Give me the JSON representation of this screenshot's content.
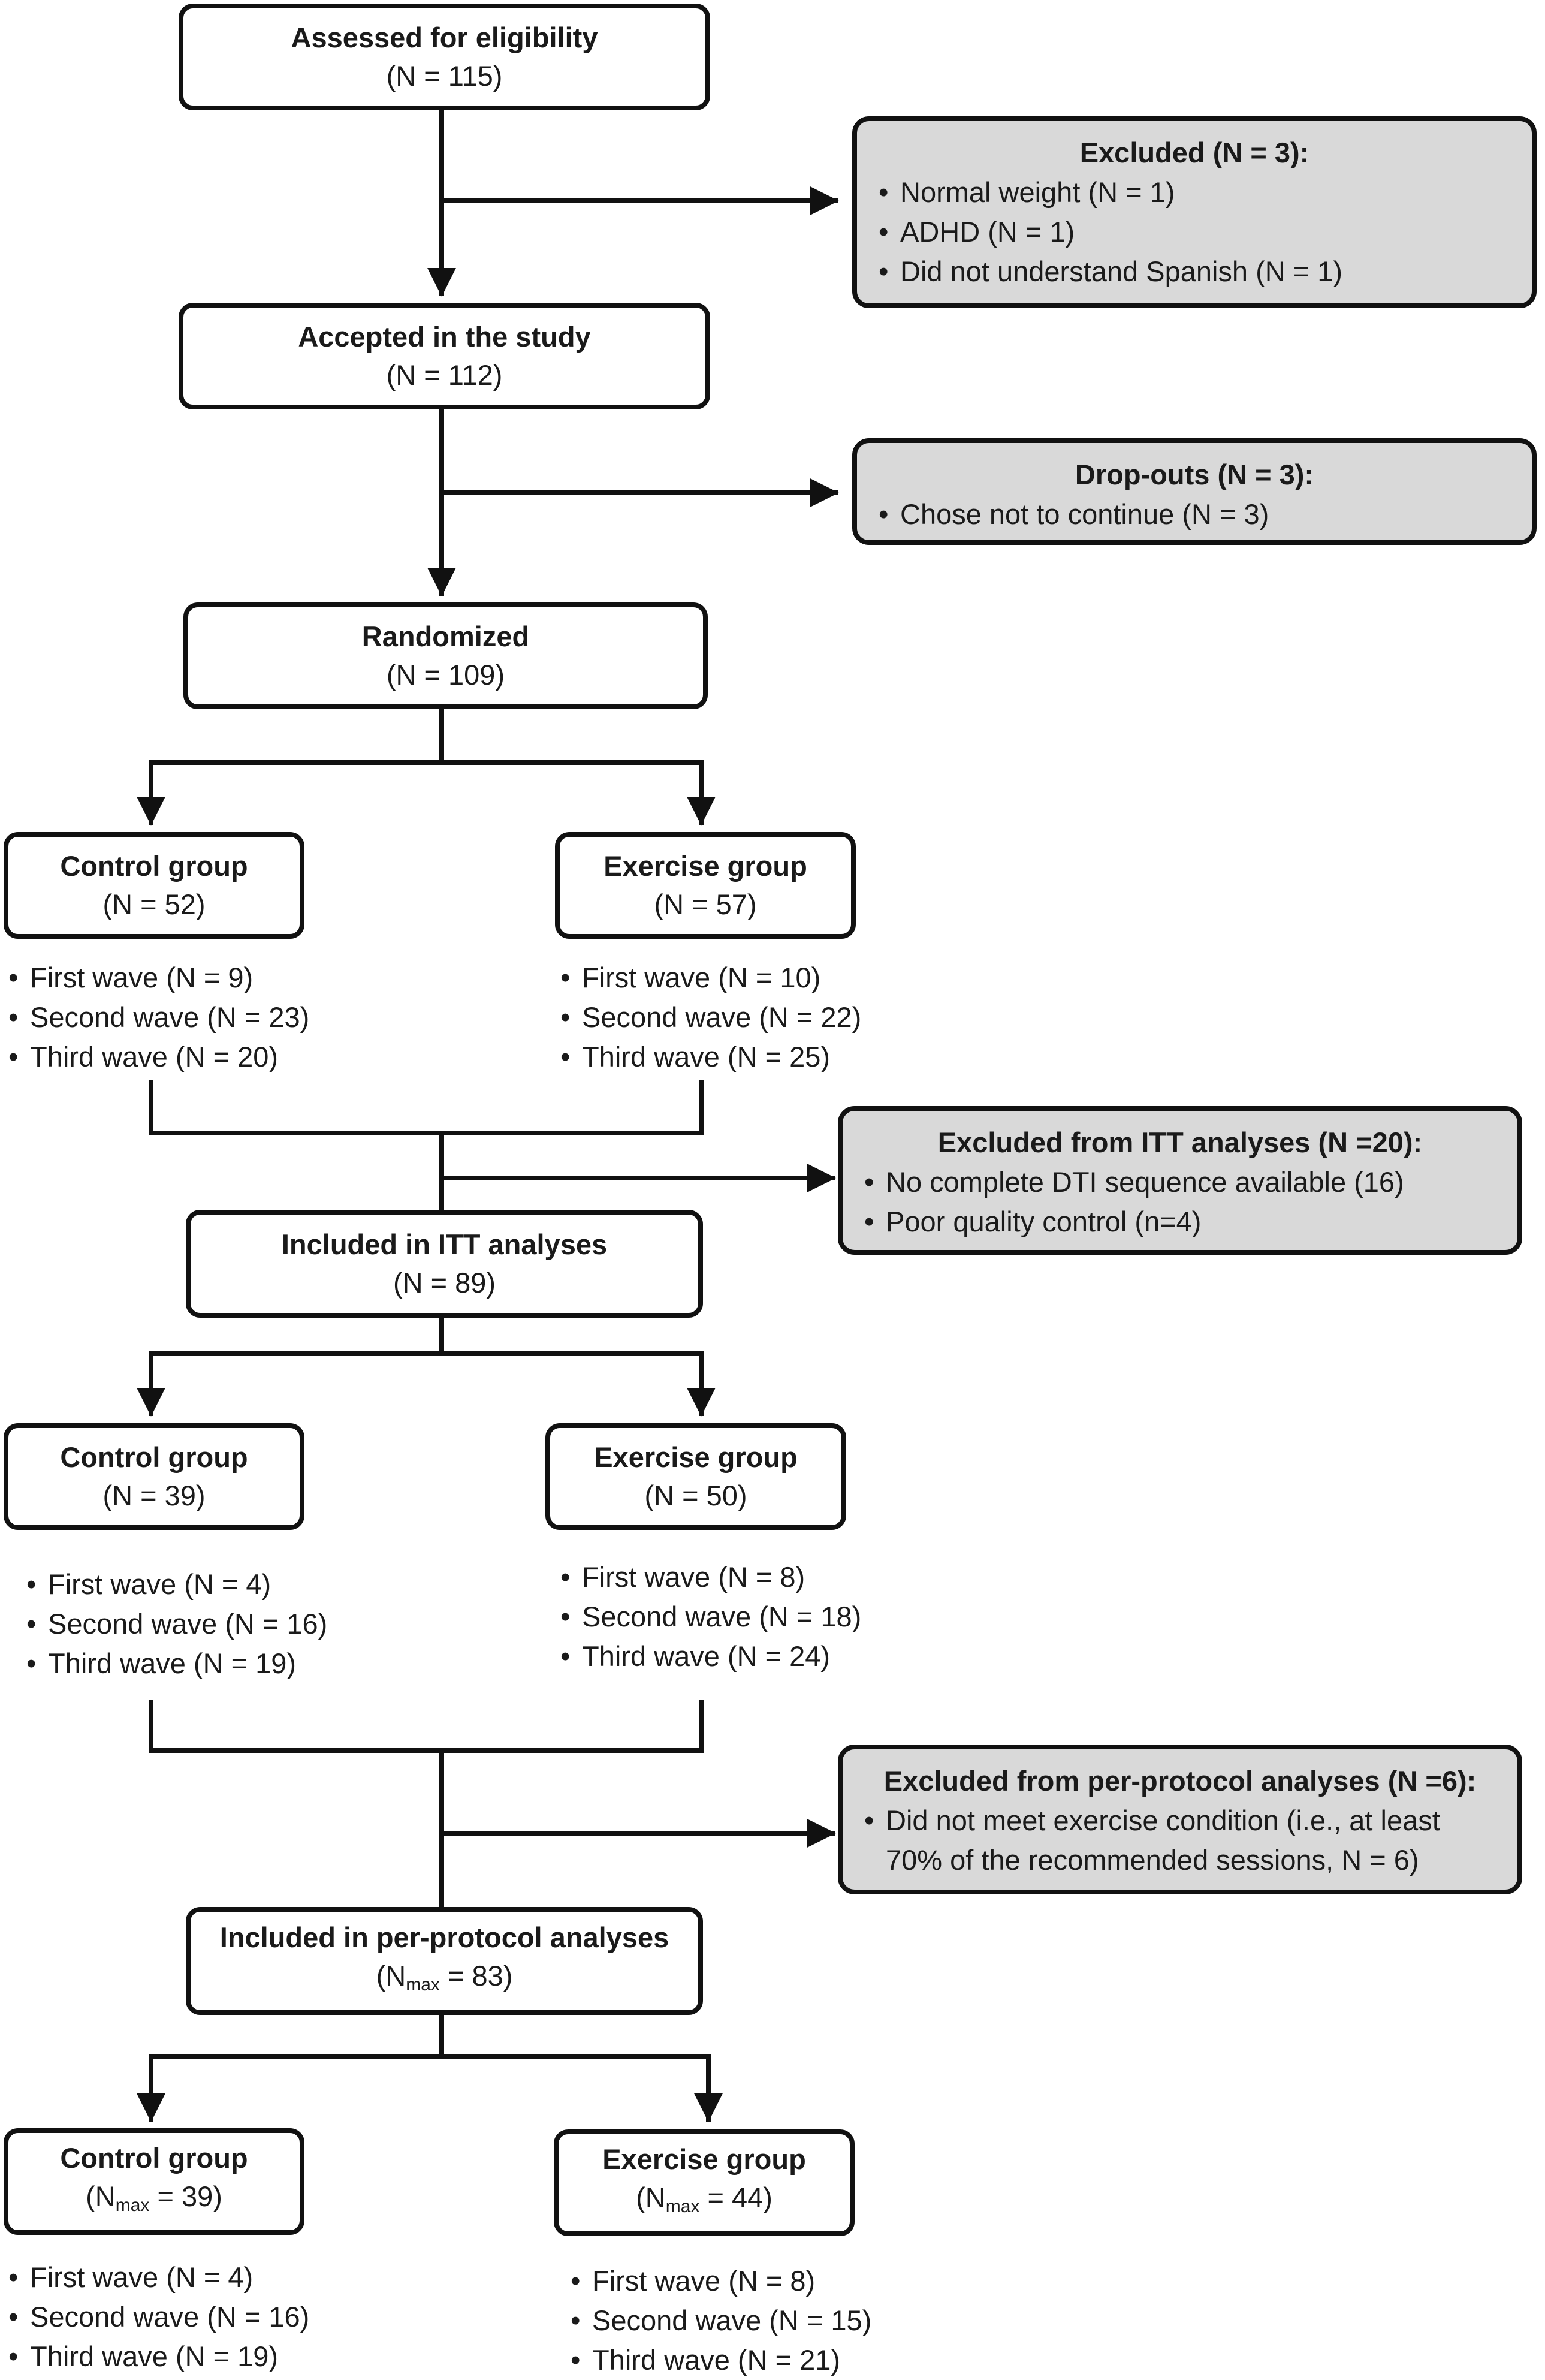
{
  "top": {
    "assessed": {
      "title": "Assessed for eligibility",
      "n": "(N = 115)"
    },
    "accepted": {
      "title": "Accepted in the study",
      "n": "(N = 112)"
    },
    "randomized": {
      "title": "Randomized",
      "n": "(N = 109)"
    }
  },
  "excluded_initial": {
    "title": "Excluded (N = 3):",
    "items": [
      "Normal weight (N = 1)",
      "ADHD (N = 1)",
      "Did not understand Spanish (N = 1)"
    ]
  },
  "dropouts": {
    "title": "Drop-outs (N = 3):",
    "items": [
      "Chose not to continue (N = 3)"
    ]
  },
  "randomized_groups": {
    "control": {
      "title": "Control group",
      "n": "(N = 52)",
      "waves": [
        "First wave (N = 9)",
        "Second wave (N = 23)",
        "Third wave (N = 20)"
      ]
    },
    "exercise": {
      "title": "Exercise group",
      "n": "(N = 57)",
      "waves": [
        "First wave (N = 10)",
        "Second wave (N = 22)",
        "Third wave (N = 25)"
      ]
    }
  },
  "excluded_itt": {
    "title": "Excluded from ITT analyses (N =20):",
    "items": [
      "No complete DTI sequence available (16)",
      "Poor quality control (n=4)"
    ]
  },
  "itt": {
    "title": "Included in ITT analyses",
    "n": "(N = 89)",
    "control": {
      "title": "Control group",
      "n": "(N = 39)",
      "waves": [
        "First wave (N = 4)",
        "Second wave (N = 16)",
        "Third wave (N = 19)"
      ]
    },
    "exercise": {
      "title": "Exercise group",
      "n": "(N = 50)",
      "waves": [
        "First wave (N = 8)",
        "Second wave (N = 18)",
        "Third wave (N = 24)"
      ]
    }
  },
  "excluded_pp": {
    "title": "Excluded from per-protocol analyses (N =6):",
    "item_line1": "Did not meet exercise condition (i.e., at least",
    "item_line2": "70% of the recommended sessions, N = 6)"
  },
  "pp": {
    "title": "Included in per-protocol analyses",
    "n_prefix": "(N",
    "n_sub": "max",
    "n_suffix": " = 83)",
    "control": {
      "title": "Control group",
      "n_prefix": "(N",
      "n_sub": "max",
      "n_suffix": " = 39)",
      "waves": [
        "First wave (N = 4)",
        "Second wave (N = 16)",
        "Third wave (N = 19)"
      ]
    },
    "exercise": {
      "title": "Exercise group",
      "n_prefix": "(N",
      "n_sub": "max",
      "n_suffix": " = 44)",
      "waves": [
        "First wave (N = 8)",
        "Second wave (N = 15)",
        "Third wave (N = 21)"
      ]
    }
  }
}
